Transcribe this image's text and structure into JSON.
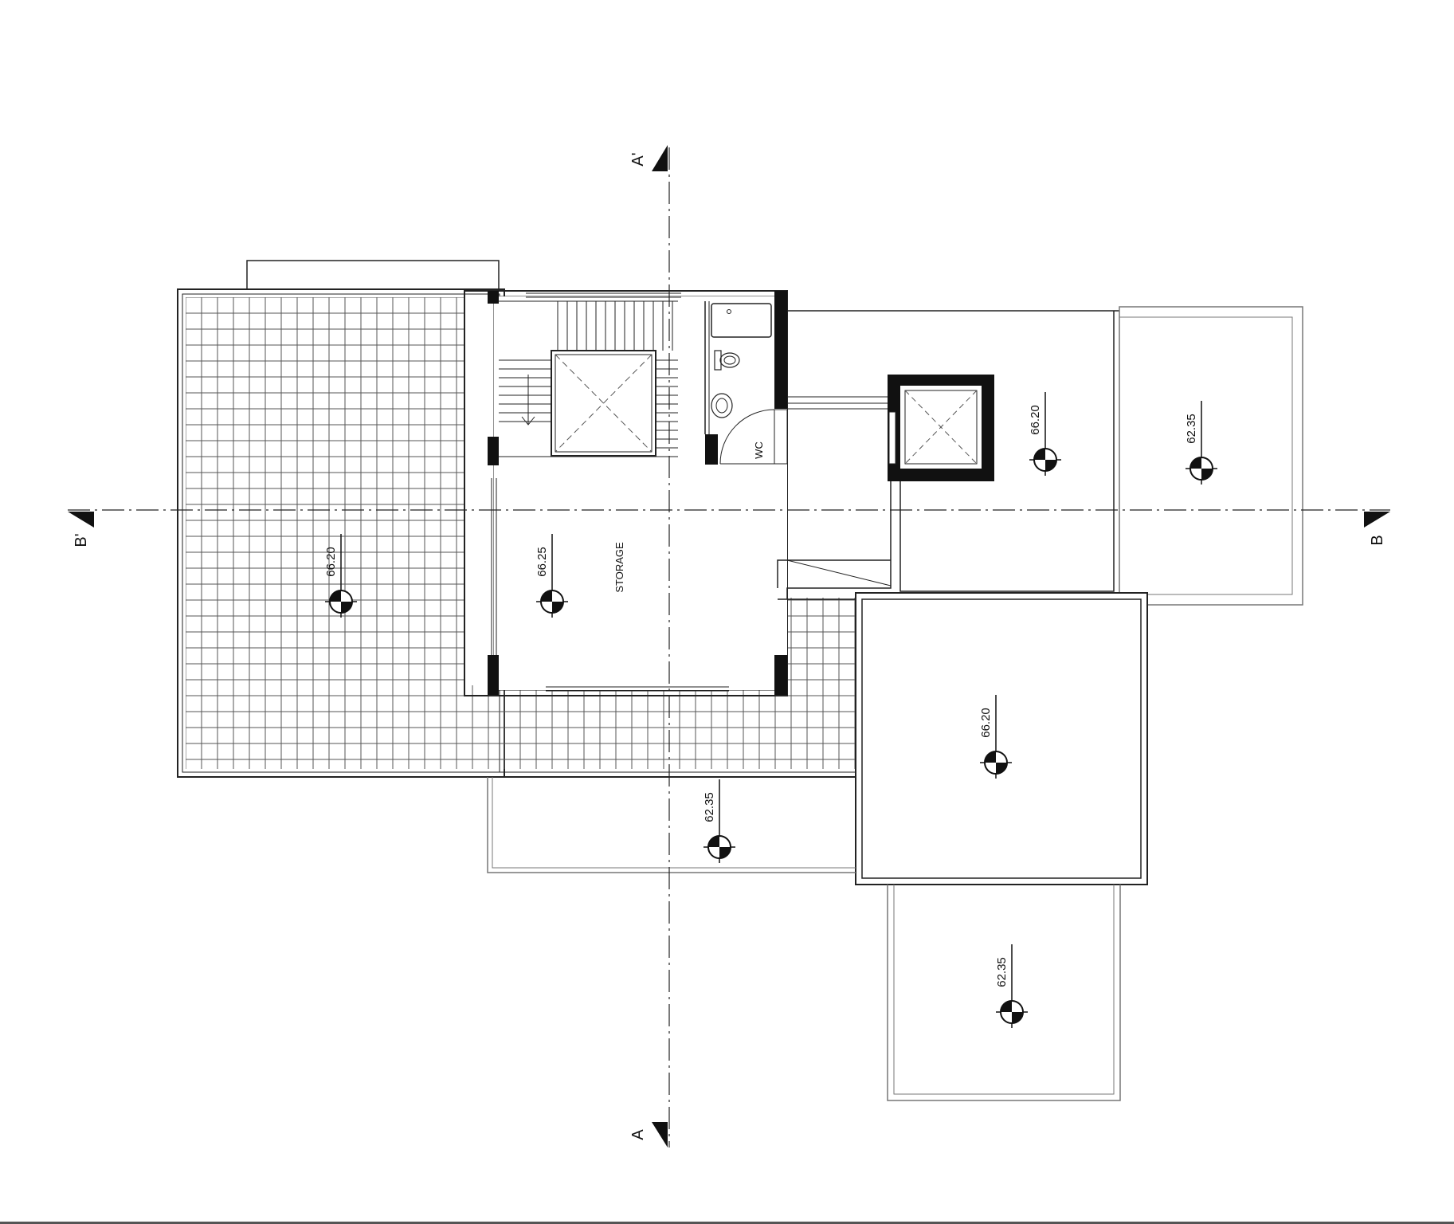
{
  "drawing": {
    "title": "",
    "rooms": {
      "storage": "STORAGE",
      "wc": "WC"
    },
    "levels": {
      "terrace_left": "66.20",
      "storage": "66.25",
      "roof_right_upper": "66.20",
      "far_right": "62.35",
      "roof_right_lower": "66.20",
      "canopy_bottom_center": "62.35",
      "canopy_bottom_right": "62.35"
    },
    "section_marks": {
      "a_top": "A'",
      "a_bottom": "A",
      "b_left": "B'",
      "b_right": "B"
    }
  }
}
